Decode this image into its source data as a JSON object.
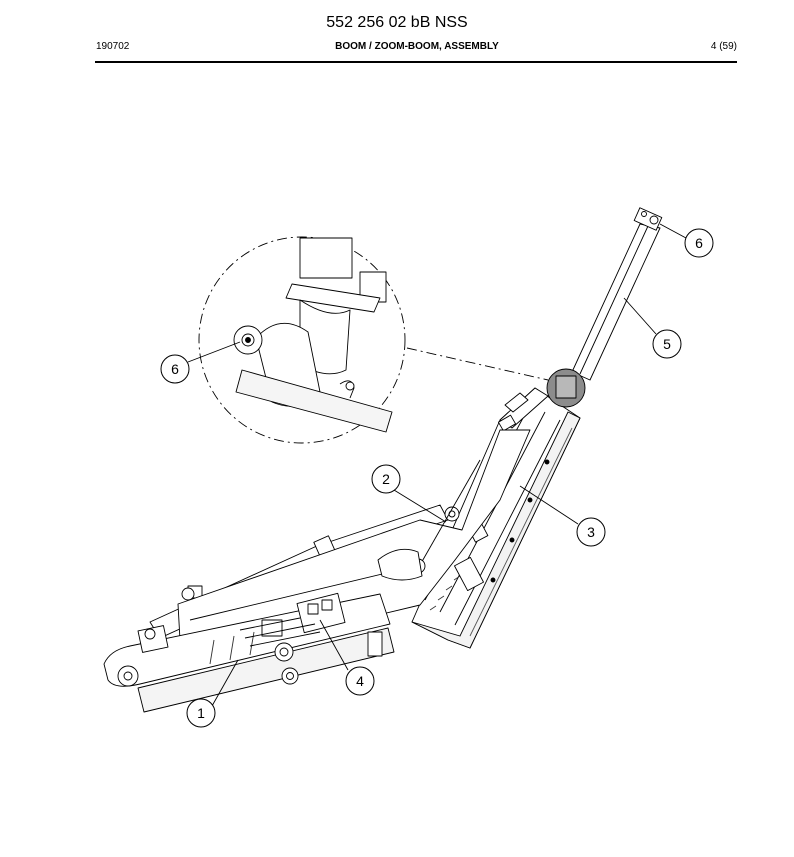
{
  "header": {
    "doc_number": "552 256 02 bB NSS",
    "date_code": "190702",
    "title": "BOOM / ZOOM-BOOM, ASSEMBLY",
    "page": "4 (59)"
  },
  "callouts": {
    "c1": "1",
    "c2": "2",
    "c3": "3",
    "c4": "4",
    "c5": "5",
    "c6_top": "6",
    "c6_detail": "6"
  }
}
